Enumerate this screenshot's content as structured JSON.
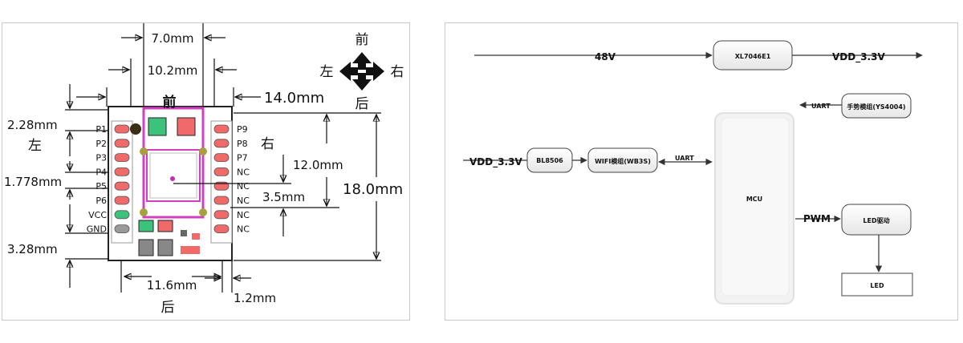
{
  "left_diagram": {
    "dims": {
      "w7": "7.0mm",
      "w10": "10.2mm",
      "w14": "14.0mm",
      "h228": "2.28mm",
      "h1778": "1.778mm",
      "h328": "3.28mm",
      "h12": "12.0mm",
      "h35": "3.5mm",
      "h18": "18.0mm",
      "w116": "11.6mm",
      "w12": "1.2mm"
    },
    "labels": {
      "front": "前",
      "back": "后",
      "left": "左",
      "right": "右"
    },
    "compass": {
      "up": "前",
      "down": "后",
      "left": "左",
      "right": "右"
    },
    "left_pins": [
      "P1",
      "P2",
      "P3",
      "P4",
      "P5",
      "P6",
      "VCC",
      "GND"
    ],
    "right_pins": [
      "P9",
      "P8",
      "P7",
      "NC",
      "NC",
      "NC",
      "NC",
      "NC"
    ]
  },
  "block_diagram": {
    "input_48v": "48V",
    "converter": "XL7046E1",
    "vdd_out": "VDD_3.3V",
    "vdd_in": "VDD_3.3V",
    "bl8506": "BL8506",
    "wifi": "WIFI模组(WB3S)",
    "mcu": "MCU",
    "gesture": "手势模组(YS4004)",
    "led_driver": "LED驱动",
    "led": "LED",
    "uart1": "UART",
    "uart2": "UART",
    "pwm": "PWM"
  },
  "colors": {
    "module_outline": "#d040c0",
    "pad_green": "#3cc27a",
    "pad_red": "#f06a6a",
    "pad_olive": "#a8a040",
    "block_fill": "#f4f4f4"
  }
}
